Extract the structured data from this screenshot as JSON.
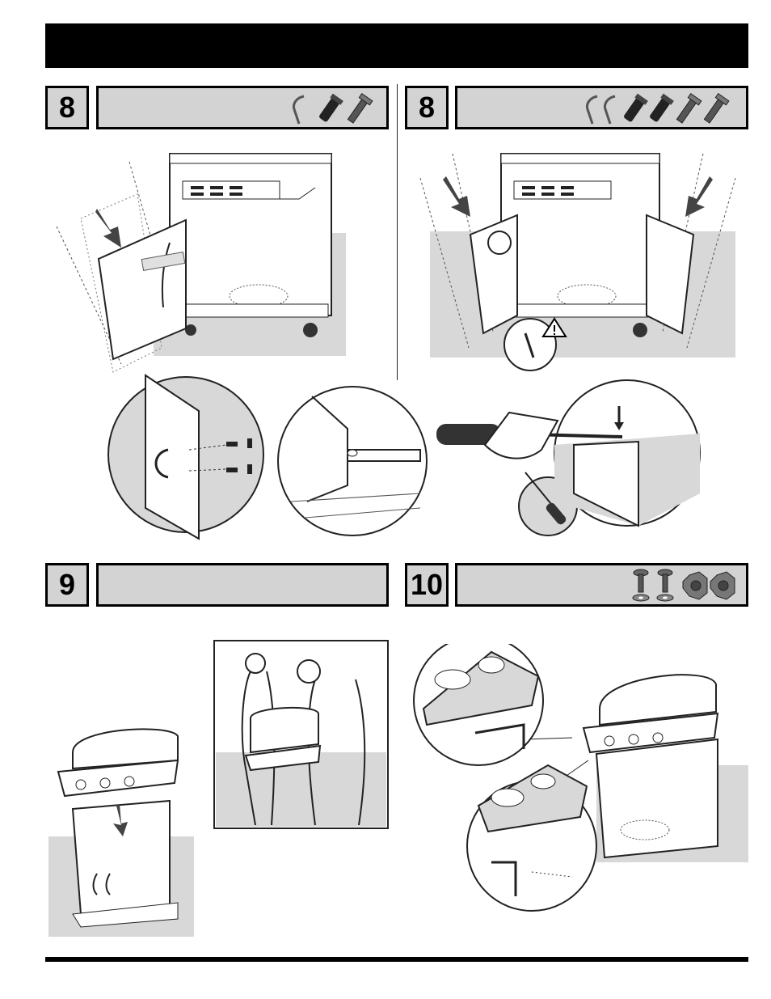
{
  "steps": [
    {
      "id": "step-8-left",
      "number": "8",
      "parts": [
        "handle-icon",
        "screw-icon",
        "screw-icon"
      ]
    },
    {
      "id": "step-8-right",
      "number": "8",
      "parts": [
        "handle-icon",
        "handle-icon",
        "screw-icon",
        "screw-icon",
        "screw-icon",
        "screw-icon"
      ]
    },
    {
      "id": "step-9",
      "number": "9",
      "parts": []
    },
    {
      "id": "step-10",
      "number": "10",
      "parts": [
        "bolt-washer-icon",
        "bolt-washer-icon",
        "nut-icon",
        "nut-icon"
      ]
    }
  ],
  "colors": {
    "header": "#000000",
    "step_bg": "#d3d3d3",
    "floor_shade": "#d8d8d8",
    "line": "#222222"
  },
  "icons": [
    "warning-icon",
    "screwdriver-icon",
    "arrow-icon"
  ]
}
